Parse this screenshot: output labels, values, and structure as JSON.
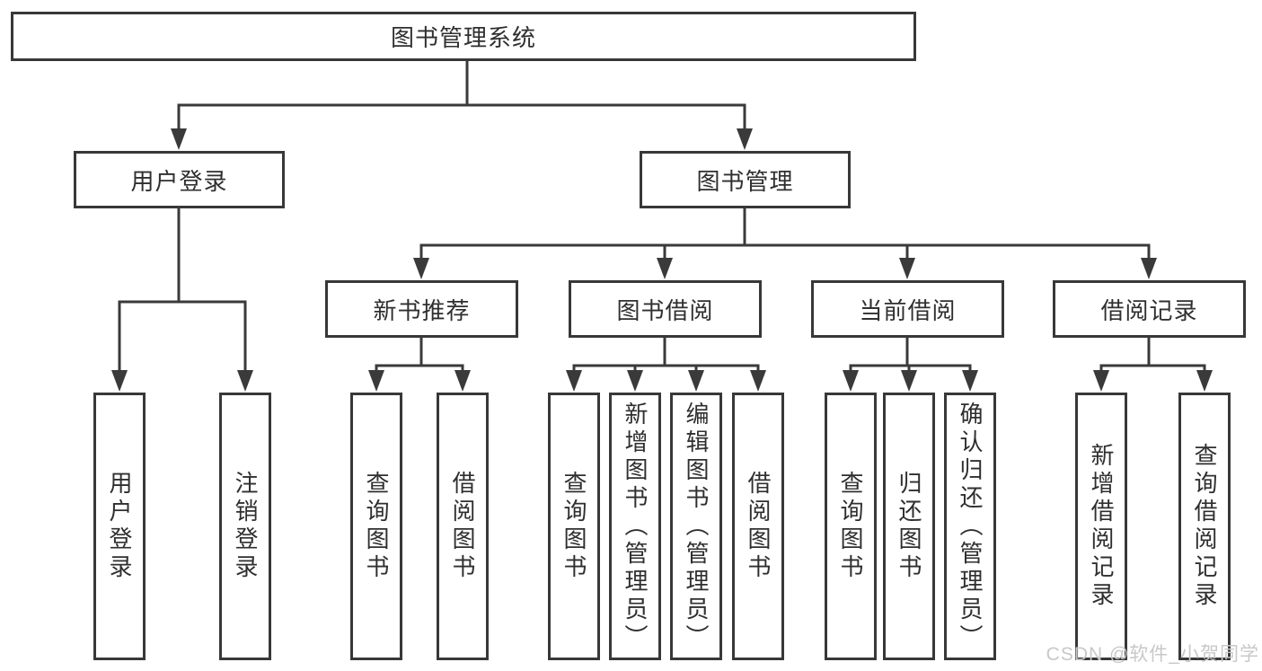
{
  "nodes": {
    "root": {
      "label": "图书管理系统"
    },
    "level2": [
      {
        "id": "user-login",
        "label": "用户登录"
      },
      {
        "id": "book-management",
        "label": "图书管理"
      }
    ],
    "level3": [
      {
        "id": "new-book-recommend",
        "label": "新书推荐"
      },
      {
        "id": "book-borrow",
        "label": "图书借阅"
      },
      {
        "id": "current-borrow",
        "label": "当前借阅"
      },
      {
        "id": "borrow-records",
        "label": "借阅记录"
      }
    ],
    "leaves": [
      {
        "id": "user-login-leaf",
        "label": "用户登录",
        "parent": "user-login"
      },
      {
        "id": "logout",
        "label": "注销登录",
        "parent": "user-login"
      },
      {
        "id": "query-books-recommend",
        "label": "查询图书",
        "parent": "new-book-recommend"
      },
      {
        "id": "borrow-books-recommend",
        "label": "借阅图书",
        "parent": "new-book-recommend"
      },
      {
        "id": "query-books-borrow",
        "label": "查询图书",
        "parent": "book-borrow"
      },
      {
        "id": "add-book-admin",
        "label": "新增图书（管理员）",
        "parent": "book-borrow"
      },
      {
        "id": "edit-book-admin",
        "label": "编辑图书（管理员）",
        "parent": "book-borrow"
      },
      {
        "id": "borrow-books-borrow",
        "label": "借阅图书",
        "parent": "book-borrow"
      },
      {
        "id": "query-books-current",
        "label": "查询图书",
        "parent": "current-borrow"
      },
      {
        "id": "return-book",
        "label": "归还图书",
        "parent": "current-borrow"
      },
      {
        "id": "confirm-return-admin",
        "label": "确认归还（管理员）",
        "parent": "current-borrow"
      },
      {
        "id": "add-borrow-record",
        "label": "新增借阅记录",
        "parent": "borrow-records"
      },
      {
        "id": "query-borrow-record",
        "label": "查询借阅记录",
        "parent": "borrow-records"
      }
    ]
  },
  "watermark": {
    "text": "CSDN @软件_小贺同学"
  },
  "colors": {
    "line": "#3a3a3a",
    "text": "#2f2f2f",
    "border": "#383838",
    "background": "#ffffff",
    "watermark": "#c8c8c8"
  }
}
